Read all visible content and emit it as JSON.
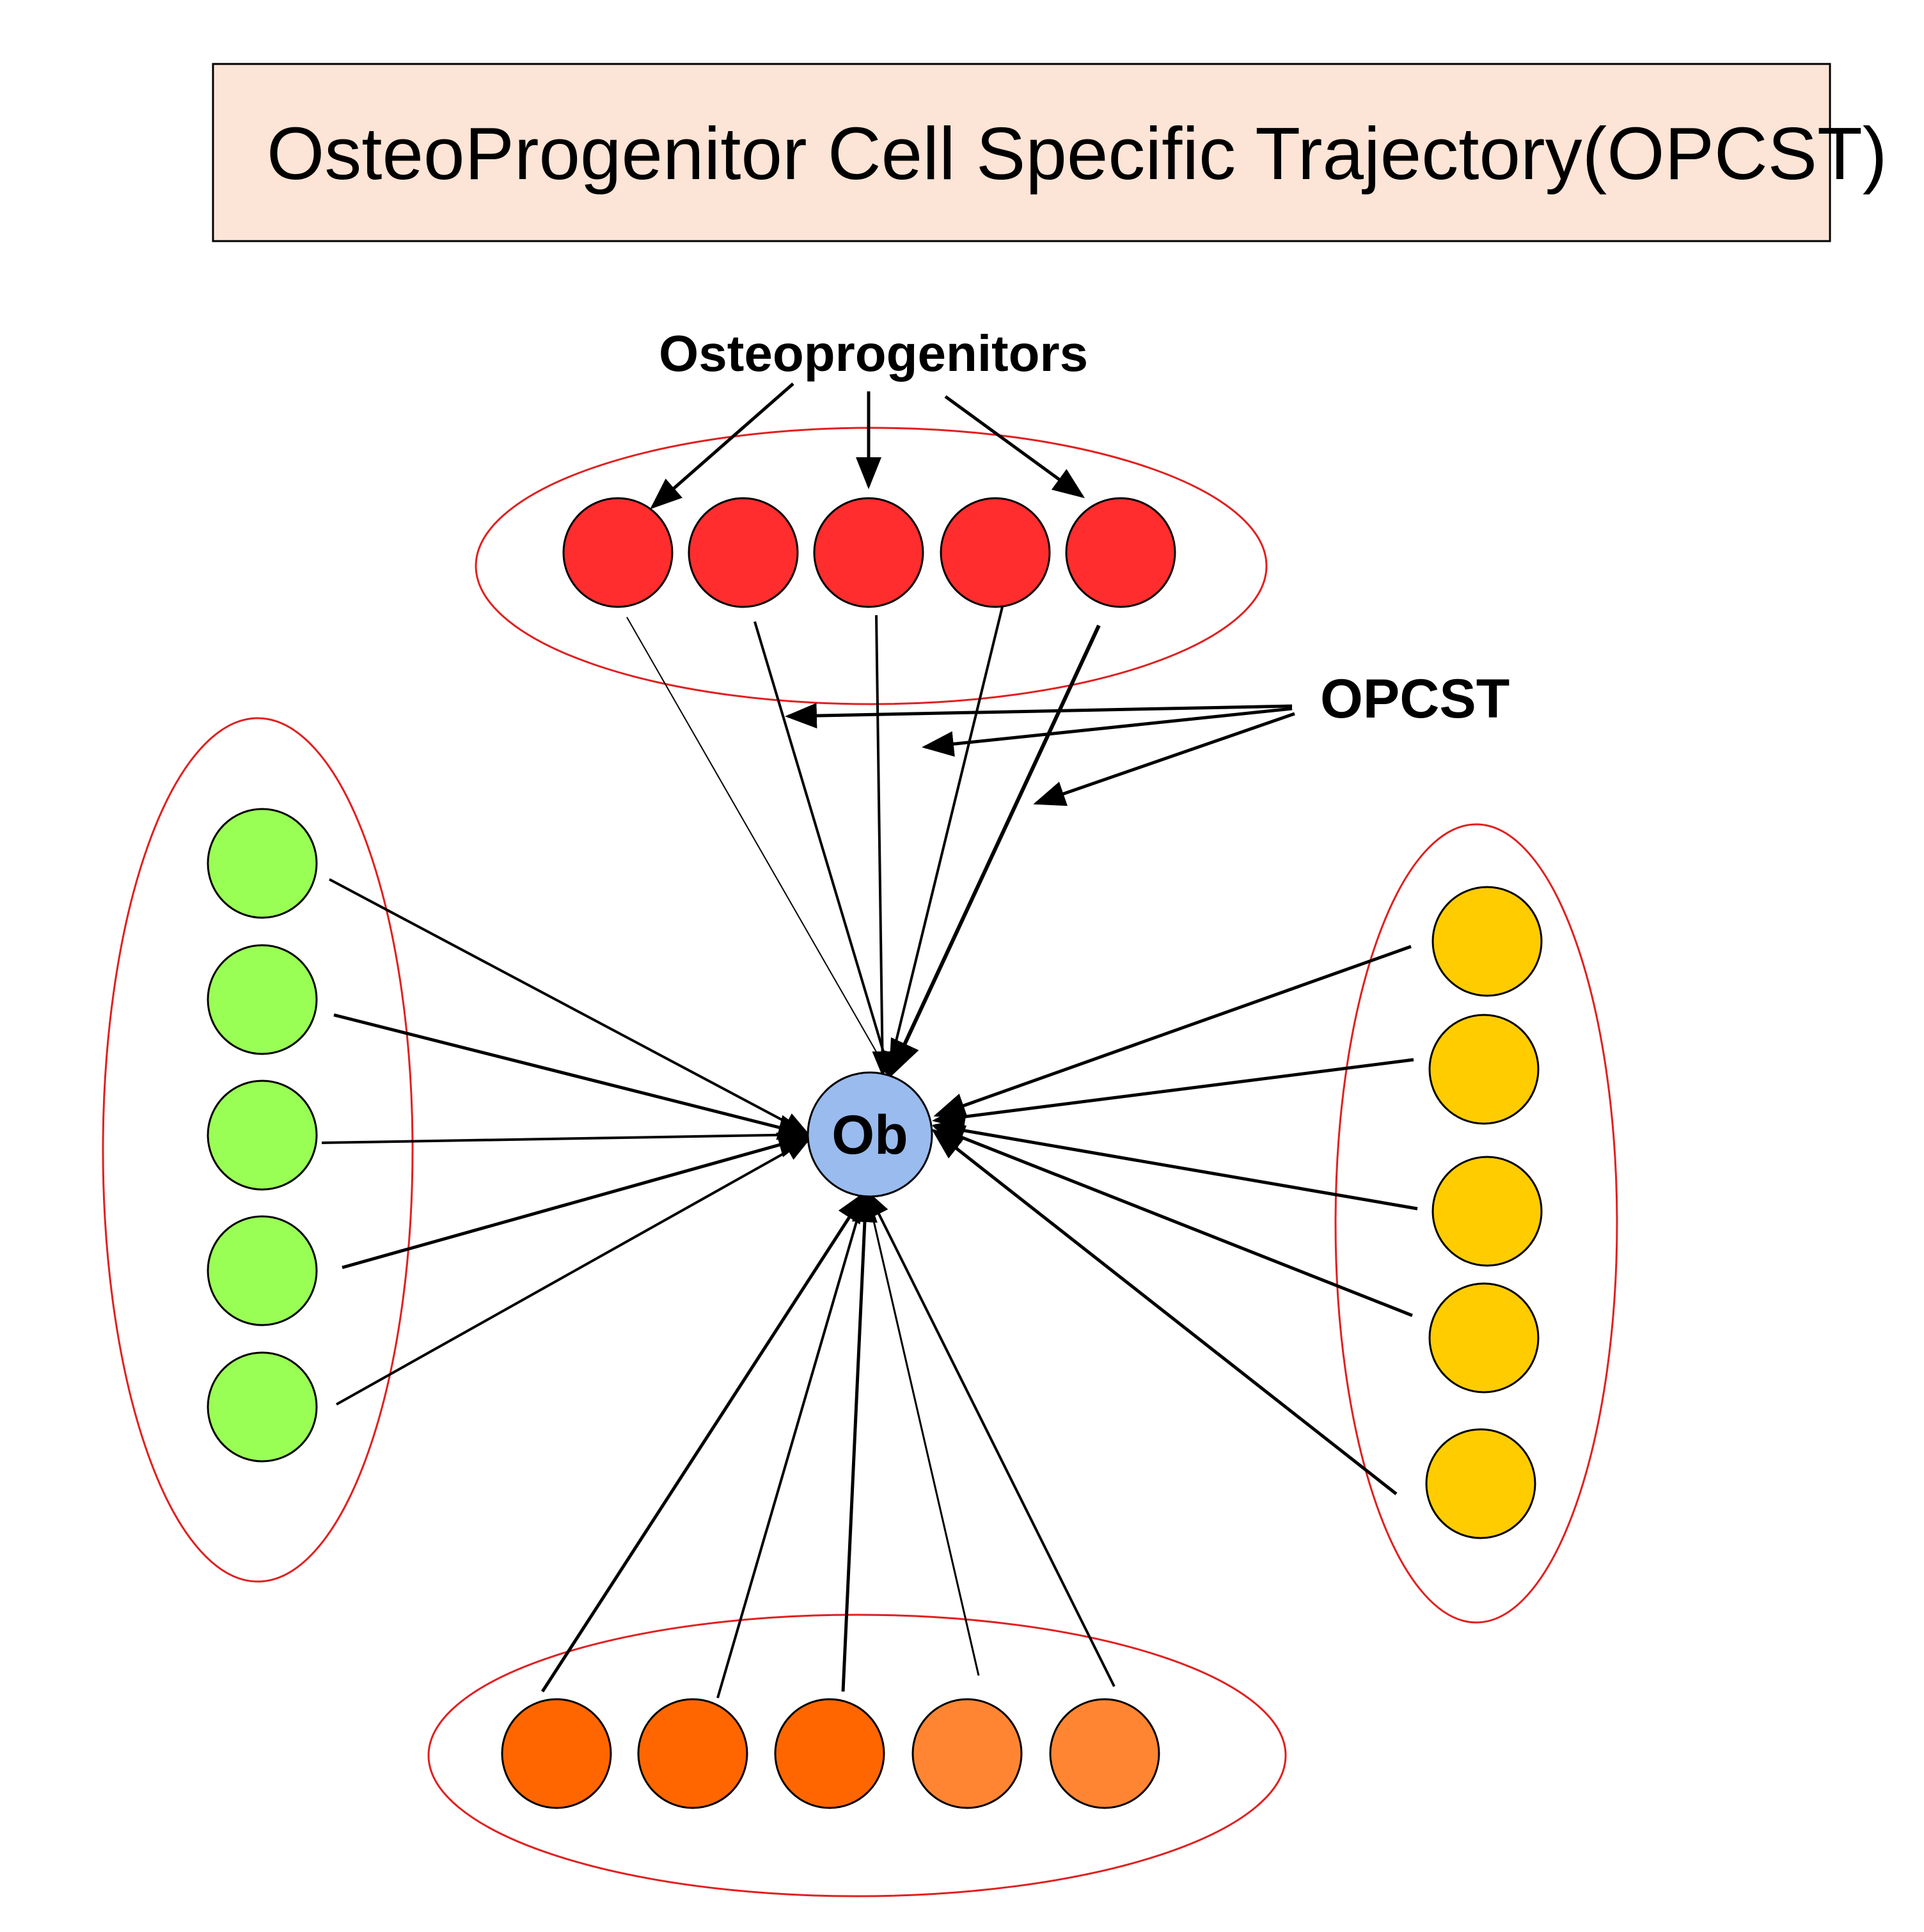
{
  "title": "OsteoProgenitor Cell Specific Trajectory(OPCST)",
  "labels": {
    "osteoprogenitors": "Osteoprogenitors",
    "opcst": "OPCST",
    "center": "Ob"
  },
  "colors": {
    "title_box_fill": "#FCE4D6",
    "group_outline": "#E02020",
    "top_cells": "#FF2D2D",
    "left_cells": "#99FF55",
    "right_cells": "#FFCC00",
    "bottom_cells_dark": "#FF6600",
    "bottom_cells_light": "#FF8533",
    "center_cell": "#99BBEE",
    "line": "#000000"
  },
  "groups": [
    {
      "name": "top",
      "cell_count": 5
    },
    {
      "name": "left",
      "cell_count": 5
    },
    {
      "name": "right",
      "cell_count": 5
    },
    {
      "name": "bottom",
      "cell_count": 5
    }
  ]
}
